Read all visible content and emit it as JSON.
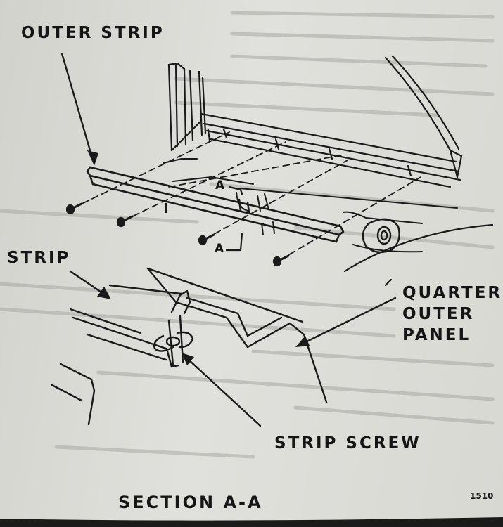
{
  "labels": {
    "outer_strip": "OUTER STRIP",
    "strip": "STRIP",
    "quarter_outer_panel": [
      "QUARTER",
      "OUTER",
      "PANEL"
    ],
    "strip_screw": "STRIP SCREW",
    "section_title": "SECTION A-A",
    "section_mark": "A",
    "figure_number": "1510"
  },
  "colors": {
    "ink": "#1a1a1a",
    "paper": "#dcdcd8"
  }
}
